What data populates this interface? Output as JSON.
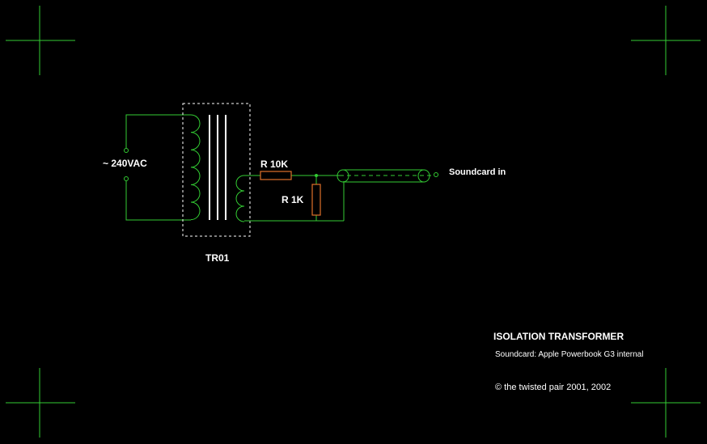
{
  "labels": {
    "source": "~ 240VAC",
    "transformer": "TR01",
    "resistor_series": "R 10K",
    "resistor_shunt": "R 1K",
    "output": "Soundcard in"
  },
  "title_block": {
    "title": "ISOLATION TRANSFORMER",
    "subtitle": "Soundcard: Apple Powerbook G3 internal",
    "copyright": "© the twisted pair 2001, 2002"
  },
  "colors": {
    "background": "#000000",
    "wire": "#33cc33",
    "core": "#ffffff",
    "resistor": "#e0702a",
    "text": "#ffffff"
  }
}
